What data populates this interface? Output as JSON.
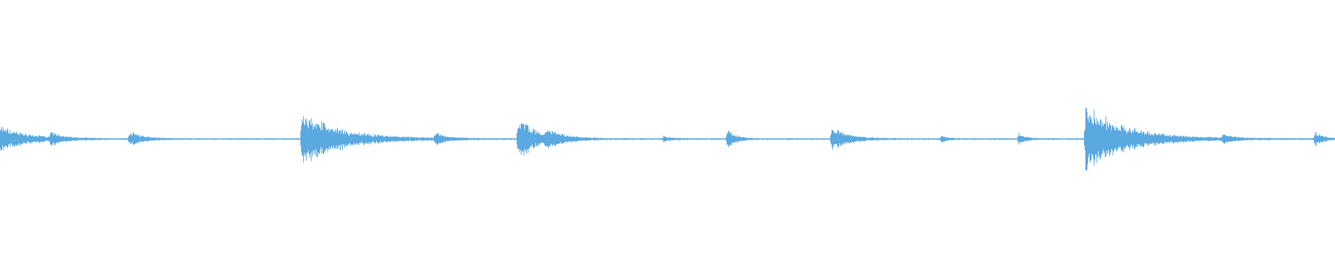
{
  "waveform": {
    "color": "#5aa9e0",
    "duration_fraction_events": [
      {
        "t": 0.0,
        "amp": 0.09,
        "decay": 0.02
      },
      {
        "t": 0.038,
        "amp": 0.04,
        "decay": 0.008
      },
      {
        "t": 0.097,
        "amp": 0.05,
        "decay": 0.01
      },
      {
        "t": 0.226,
        "amp": 0.18,
        "decay": 0.03
      },
      {
        "t": 0.326,
        "amp": 0.04,
        "decay": 0.008
      },
      {
        "t": 0.388,
        "amp": 0.15,
        "decay": 0.014
      },
      {
        "t": 0.409,
        "amp": 0.05,
        "decay": 0.012
      },
      {
        "t": 0.497,
        "amp": 0.02,
        "decay": 0.006
      },
      {
        "t": 0.545,
        "amp": 0.07,
        "decay": 0.006
      },
      {
        "t": 0.623,
        "amp": 0.09,
        "decay": 0.012
      },
      {
        "t": 0.705,
        "amp": 0.03,
        "decay": 0.004
      },
      {
        "t": 0.763,
        "amp": 0.04,
        "decay": 0.005
      },
      {
        "t": 0.813,
        "amp": 0.24,
        "decay": 0.03
      },
      {
        "t": 0.916,
        "amp": 0.03,
        "decay": 0.006
      },
      {
        "t": 0.985,
        "amp": 0.05,
        "decay": 0.006
      }
    ],
    "baseline_noise": 0.004
  }
}
